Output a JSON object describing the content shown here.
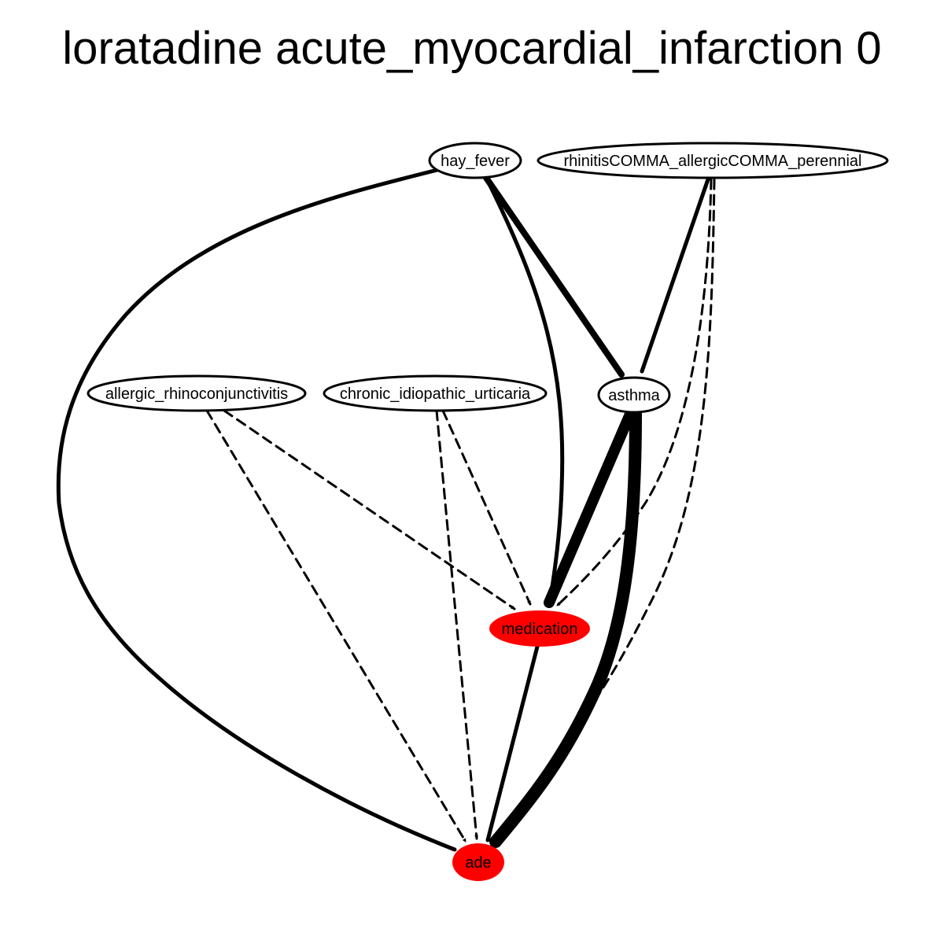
{
  "title": "loratadine acute_myocardial_infarction 0",
  "colors": {
    "highlight_fill": "#ff0000",
    "default_fill": "#ffffff",
    "stroke": "#000000"
  },
  "nodes": [
    {
      "id": "hay_fever",
      "label": "hay_fever",
      "highlighted": false
    },
    {
      "id": "rhinitis",
      "label": "rhinitisCOMMA_allergicCOMMA_perennial",
      "highlighted": false
    },
    {
      "id": "allergic_rhinoconjunctivitis",
      "label": "allergic_rhinoconjunctivitis",
      "highlighted": false
    },
    {
      "id": "chronic_idiopathic_urticaria",
      "label": "chronic_idiopathic_urticaria",
      "highlighted": false
    },
    {
      "id": "asthma",
      "label": "asthma",
      "highlighted": false
    },
    {
      "id": "medication",
      "label": "medication",
      "highlighted": true
    },
    {
      "id": "ade",
      "label": "ade",
      "highlighted": true
    }
  ],
  "edges": [
    {
      "from": "hay_fever",
      "to": "ade",
      "style": "solid"
    },
    {
      "from": "hay_fever",
      "to": "medication",
      "style": "solid"
    },
    {
      "from": "hay_fever",
      "to": "asthma",
      "style": "solid"
    },
    {
      "from": "rhinitis",
      "to": "asthma",
      "style": "solid"
    },
    {
      "from": "rhinitis",
      "to": "medication",
      "style": "dashed"
    },
    {
      "from": "rhinitis",
      "to": "ade",
      "style": "dashed"
    },
    {
      "from": "allergic_rhinoconjunctivitis",
      "to": "medication",
      "style": "dashed"
    },
    {
      "from": "allergic_rhinoconjunctivitis",
      "to": "ade",
      "style": "dashed"
    },
    {
      "from": "chronic_idiopathic_urticaria",
      "to": "medication",
      "style": "dashed"
    },
    {
      "from": "chronic_idiopathic_urticaria",
      "to": "ade",
      "style": "dashed"
    },
    {
      "from": "asthma",
      "to": "medication",
      "style": "solid"
    },
    {
      "from": "asthma",
      "to": "ade",
      "style": "solid"
    },
    {
      "from": "medication",
      "to": "ade",
      "style": "solid"
    }
  ]
}
